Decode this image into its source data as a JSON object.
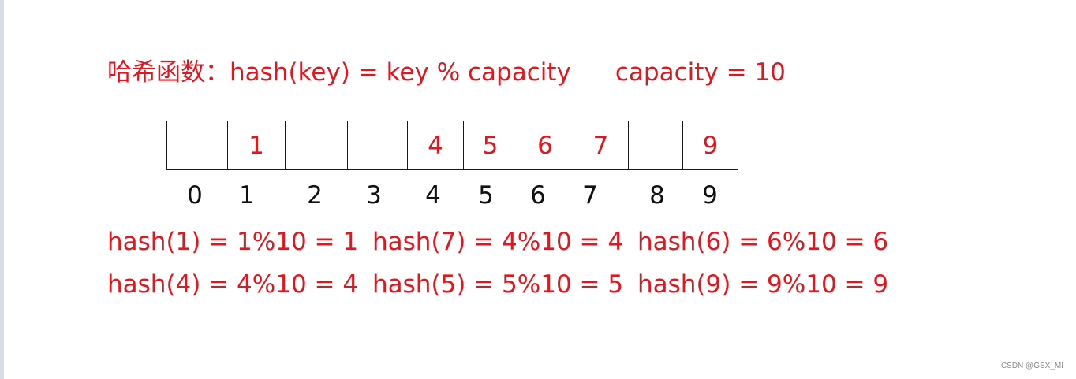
{
  "title": {
    "formula": "哈希函数：hash(key) = key % capacity",
    "capacity": "capacity = 10"
  },
  "table": {
    "cells": [
      "",
      "1",
      "",
      "",
      "4",
      "5",
      "6",
      "7",
      "",
      "9"
    ],
    "indices": [
      "0",
      "1",
      "2",
      "3",
      "4",
      "5",
      "6",
      "7",
      "8",
      "9"
    ]
  },
  "equations": {
    "row1": [
      "hash(1) = 1%10 = 1",
      "hash(7) = 4%10 = 4",
      "hash(6) = 6%10 = 6"
    ],
    "row2": [
      "hash(4) = 4%10 = 4",
      "hash(5) = 5%10 = 5",
      "hash(9) = 9%10 = 9"
    ]
  },
  "watermark": "CSDN @GSX_MI",
  "colors": {
    "accent": "#e8141c",
    "border": "#1a1a1a"
  }
}
